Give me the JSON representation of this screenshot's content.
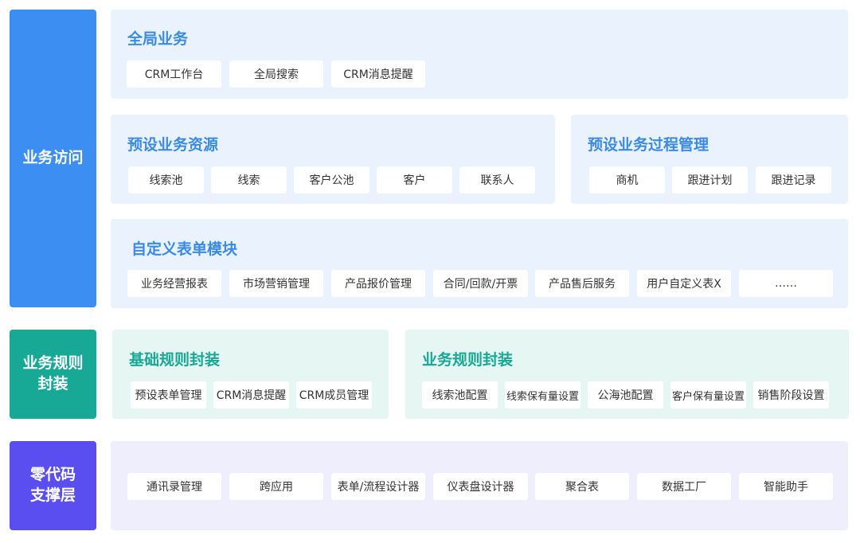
{
  "sections": {
    "access": {
      "label": "业务访问",
      "global": {
        "title": "全局业务",
        "items": [
          "CRM工作台",
          "全局搜索",
          "CRM消息提醒"
        ]
      },
      "preset_resources": {
        "title": "预设业务资源",
        "items": [
          "线索池",
          "线索",
          "客户公池",
          "客户",
          "联系人"
        ]
      },
      "preset_process": {
        "title": "预设业务过程管理",
        "items": [
          "商机",
          "跟进计划",
          "跟进记录"
        ]
      },
      "custom_forms": {
        "title": "自定义表单模块",
        "items": [
          "业务经营报表",
          "市场营销管理",
          "产品报价管理",
          "合同/回款/开票",
          "产品售后服务",
          "用户自定义表X",
          "……"
        ]
      }
    },
    "rules": {
      "label": "业务规则\n封装",
      "basic": {
        "title": "基础规则封装",
        "items": [
          "预设表单管理",
          "CRM消息提醒",
          "CRM成员管理"
        ]
      },
      "business": {
        "title": "业务规则封装",
        "items": [
          "线索池配置",
          "线索保有量设置",
          "公海池配置",
          "客户保有量设置",
          "销售阶段设置"
        ]
      }
    },
    "lowcode": {
      "label": "零代码\n支撑层",
      "items": [
        "通讯录管理",
        "跨应用",
        "表单/流程设计器",
        "仪表盘设计器",
        "聚合表",
        "数据工厂",
        "智能助手"
      ]
    }
  },
  "colors": {
    "access_side": "#3d8ef2",
    "rules_side": "#17a896",
    "lowcode_side": "#5a4ef0",
    "access_panel": "#e9f2fd",
    "rules_panel": "#e6f6f2",
    "lowcode_panel": "#efeefc",
    "access_title": "#3a8ae6",
    "rules_title": "#17a896"
  }
}
